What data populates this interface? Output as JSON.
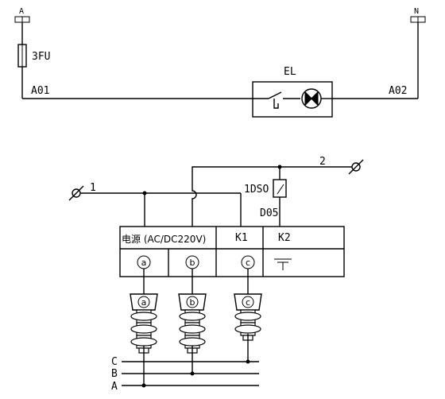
{
  "top_circuit": {
    "phase_label": "A",
    "neutral_label": "N",
    "fuse_label": "3FU",
    "node_left": "A01",
    "node_right": "A02",
    "lamp_label": "EL"
  },
  "bottom_circuit": {
    "terminal_1": "1",
    "terminal_2": "2",
    "device_label": "1DSO",
    "node_label": "D05",
    "box_header_power": "电源 (AC/DC220V)",
    "box_header_k1": "K1",
    "box_header_k2": "K2",
    "terminals": [
      "a",
      "b",
      "c"
    ],
    "ground_symbol": "⏚",
    "bus": [
      "C",
      "B",
      "A"
    ]
  }
}
